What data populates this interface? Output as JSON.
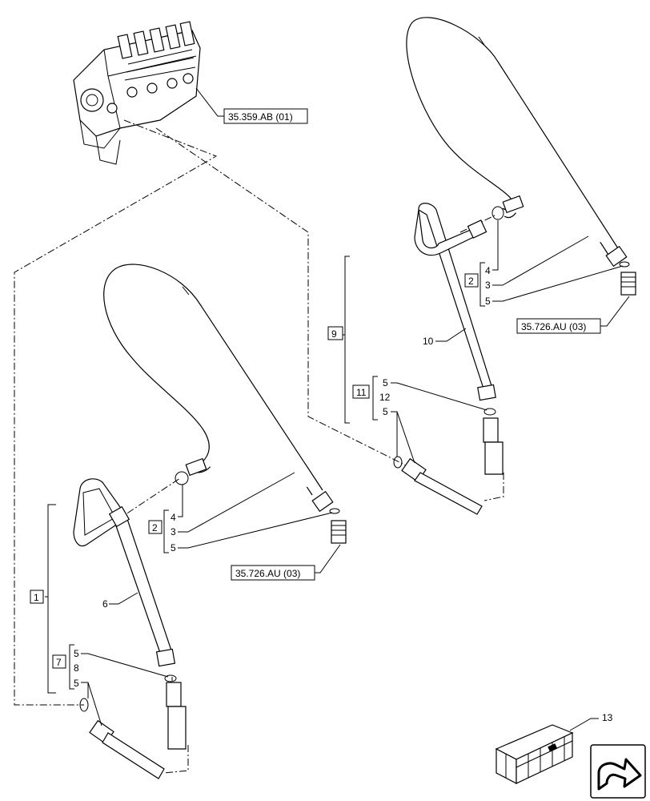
{
  "refs": {
    "valve_bank": "35.359.AB (01)",
    "fitting_a": "35.726.AU (03)",
    "fitting_b": "35.726.AU (03)"
  },
  "kits": {
    "k1": "1",
    "k2a": "2",
    "k2b": "2",
    "k7": "7",
    "k9": "9",
    "k11": "11"
  },
  "labels": {
    "a4": "4",
    "a3": "3",
    "a5": "5",
    "b4": "4",
    "b3": "3",
    "b5": "5",
    "c5": "5",
    "c8": "8",
    "c5b": "5",
    "d5": "5",
    "d12": "12",
    "d5b": "5",
    "p6": "6",
    "p10": "10",
    "p13": "13"
  }
}
